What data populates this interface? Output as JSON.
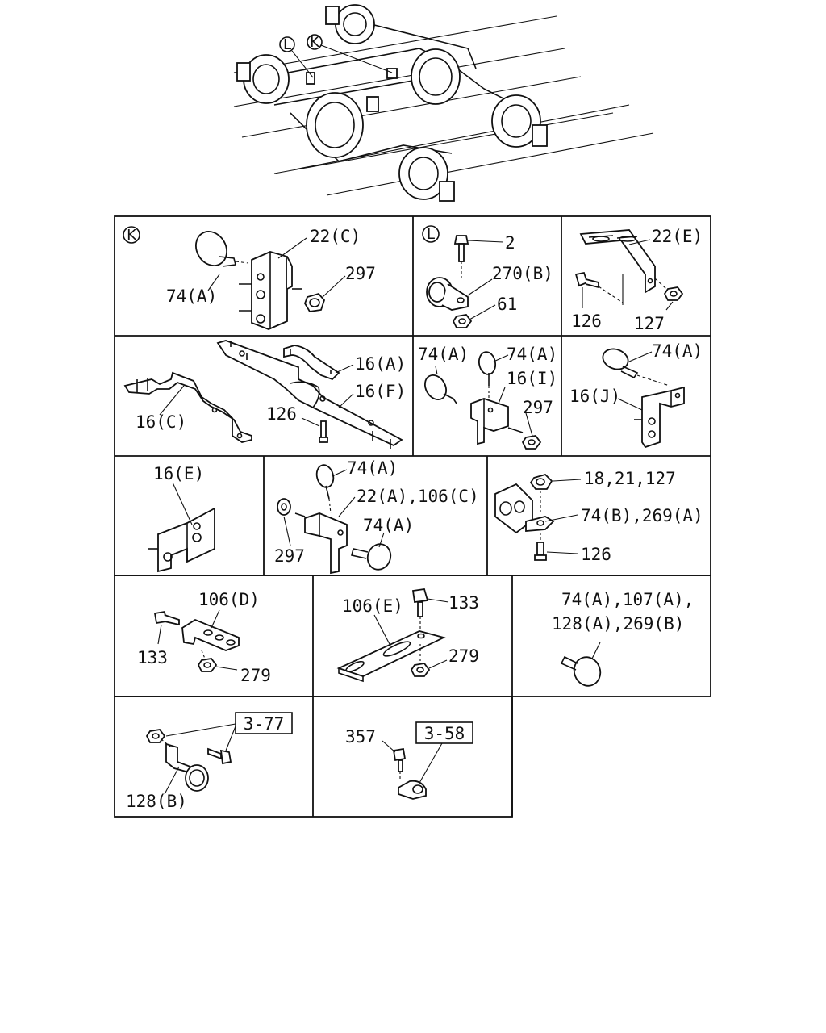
{
  "overview": {
    "callout_l": "L",
    "callout_k": "K"
  },
  "panels": {
    "k": {
      "callout": "K",
      "labels": [
        "22(C)",
        "297",
        "74(A)"
      ]
    },
    "l": {
      "callout": "L",
      "labels": [
        "2",
        "270(B)",
        "61"
      ]
    },
    "bracket_22e": {
      "labels": [
        "22(E)",
        "126",
        "127"
      ]
    },
    "brackets_16": {
      "labels": [
        "16(A)",
        "16(F)",
        "126",
        "16(C)"
      ]
    },
    "bracket_16i": {
      "labels": [
        "74(A)",
        "74(A)",
        "16(I)",
        "297"
      ]
    },
    "bracket_16j": {
      "labels": [
        "74(A)",
        "16(J)"
      ]
    },
    "bracket_16e": {
      "labels": [
        "16(E)"
      ]
    },
    "bracket_22a": {
      "labels": [
        "74(A)",
        "22(A),106(C)",
        "74(A)",
        "297"
      ]
    },
    "clamp_74b": {
      "labels": [
        "18,21,127",
        "74(B),269(A)",
        "126"
      ]
    },
    "bracket_106d": {
      "labels": [
        "106(D)",
        "133",
        "279"
      ]
    },
    "bracket_106e": {
      "labels": [
        "133",
        "106(E)",
        "279"
      ]
    },
    "clip_74a": {
      "labels": [
        "74(A),107(A),",
        "128(A),269(B)"
      ]
    },
    "clamp_128b": {
      "labels": [
        "3-77",
        "128(B)"
      ]
    },
    "clip_357": {
      "labels": [
        "357",
        "3-58"
      ]
    }
  }
}
